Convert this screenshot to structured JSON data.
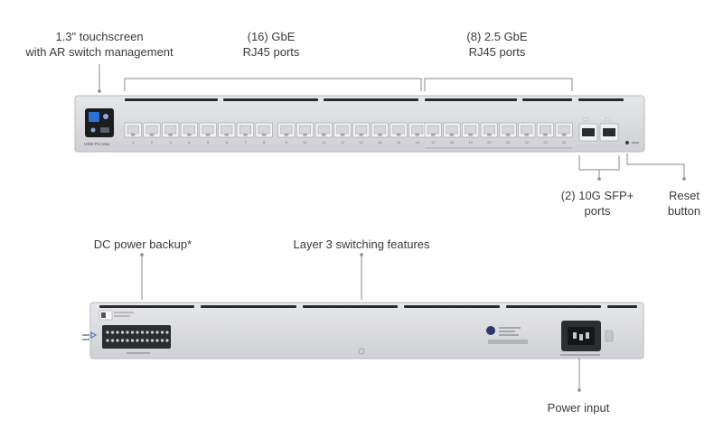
{
  "labels": {
    "touchscreen": [
      "1.3\" touchscreen",
      "with AR switch management"
    ],
    "gbe": [
      "(16) GbE",
      "RJ45 ports"
    ],
    "gbe25": [
      "(8) 2.5 GbE",
      "RJ45 ports"
    ],
    "sfp": [
      "(2) 10G SFP+",
      "ports"
    ],
    "reset": [
      "Reset",
      "button"
    ],
    "dc_backup": "DC power backup*",
    "layer3": "Layer 3 switching features",
    "power_input": "Power input"
  },
  "device": {
    "model_label": "USW Pro Max",
    "gbe_port_numbers": [
      "1",
      "2",
      "3",
      "4",
      "5",
      "6",
      "7",
      "8",
      "9",
      "10",
      "11",
      "12",
      "13",
      "14",
      "15",
      "16"
    ],
    "gbe25_port_numbers": [
      "17",
      "18",
      "19",
      "20",
      "21",
      "22",
      "23",
      "24"
    ]
  },
  "colors": {
    "chassis": "#dcdde0",
    "chassis_edge": "#b9babe",
    "port_face": "#f2f2f3",
    "slot": "#2a2b2e",
    "line": "#8a8a8a",
    "text": "#3a3a3a"
  }
}
